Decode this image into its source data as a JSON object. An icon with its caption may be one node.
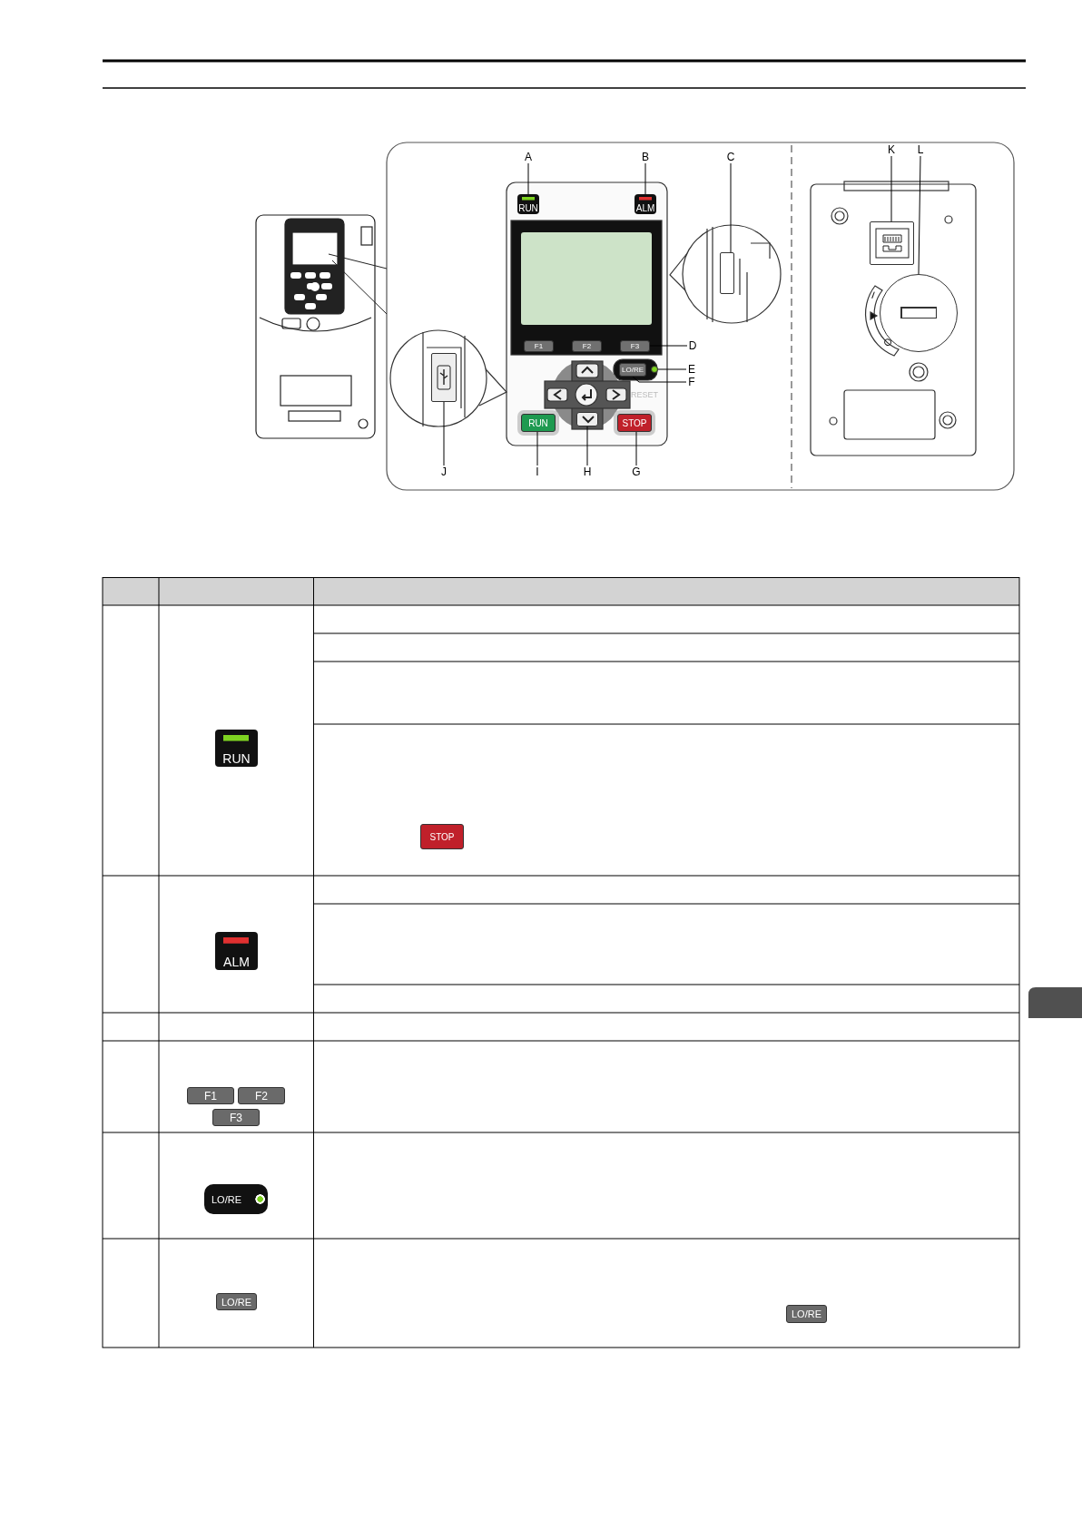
{
  "diagram": {
    "nodes": [
      {
        "text": [
          "A"
        ]
      },
      {
        "text": [
          "RUN"
        ]
      },
      {
        "text": [
          "B"
        ]
      },
      {
        "text": [
          "ALM"
        ]
      },
      {
        "text": [
          "C"
        ]
      },
      {
        "text": [],
        "shape": "box"
      },
      {
        "text": [
          "F1"
        ]
      },
      {
        "text": [
          "F2"
        ]
      },
      {
        "text": [
          "F3"
        ]
      },
      {
        "text": [
          "D"
        ]
      },
      {
        "text": [
          "LO/RE"
        ]
      },
      {
        "text": [
          "E"
        ]
      },
      {
        "text": [],
        "shape": "circle"
      },
      {
        "text": [
          "F"
        ]
      },
      {
        "text": [
          "J"
        ]
      },
      {
        "text": [],
        "shape": "box"
      },
      {
        "text": [
          "I"
        ]
      },
      {
        "text": [
          "RUN"
        ]
      },
      {
        "text": [
          "H"
        ]
      },
      {
        "text": [],
        "shape": "box"
      },
      {
        "text": [
          "G"
        ]
      },
      {
        "text": [
          "STOP"
        ]
      },
      {
        "text": [
          "K"
        ]
      },
      {
        "text": [],
        "shape": "box"
      },
      {
        "text": [
          "L"
        ]
      },
      {
        "text": [],
        "shape": "circle"
      }
    ],
    "edges": [
      {
        "from": 0,
        "to": 1,
        "arrow": "none"
      },
      {
        "from": 2,
        "to": 3,
        "arrow": "none"
      },
      {
        "from": 4,
        "to": 5,
        "arrow": "none"
      },
      {
        "from": 9,
        "to": 8,
        "arrow": "none"
      },
      {
        "from": 11,
        "to": 12,
        "arrow": "none"
      },
      {
        "from": 13,
        "to": 10,
        "arrow": "none"
      },
      {
        "from": 14,
        "to": 15,
        "arrow": "none"
      },
      {
        "from": 16,
        "to": 17,
        "arrow": "none"
      },
      {
        "from": 18,
        "to": 19,
        "arrow": "none"
      },
      {
        "from": 20,
        "to": 21,
        "arrow": "none"
      },
      {
        "from": 22,
        "to": 23,
        "arrow": "none"
      },
      {
        "from": 24,
        "to": 25,
        "arrow": "none"
      }
    ],
    "labels": [
      "RESET",
      "I",
      "O",
      "RUN",
      "STOP",
      "ALM",
      "F1",
      "F2",
      "F3",
      "LO/RE",
      "LO/RE",
      "LO/RE"
    ]
  }
}
